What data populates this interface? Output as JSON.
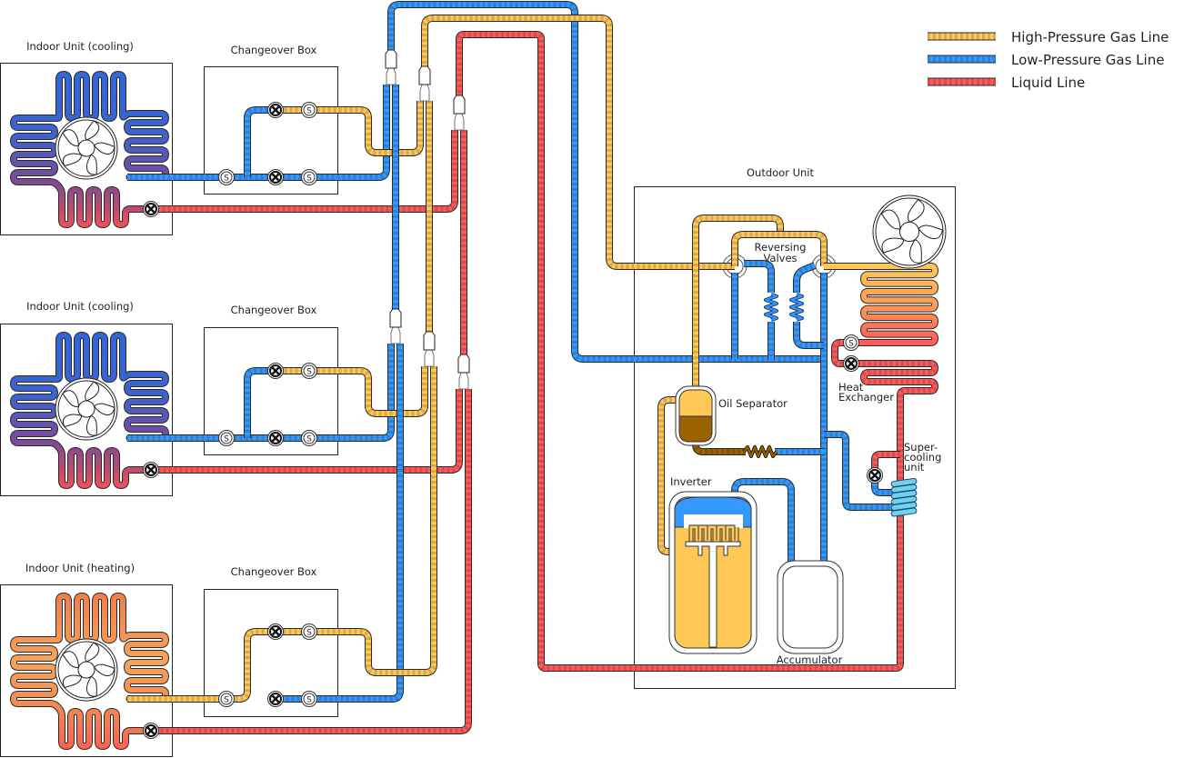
{
  "legend": [
    {
      "label": "High-Pressure Gas Line",
      "color": "#ffc857"
    },
    {
      "label": "Low-Pressure Gas Line",
      "color": "#3399ff"
    },
    {
      "label": "Liquid Line",
      "color": "#ff5a5a"
    }
  ],
  "indoor_units": [
    {
      "title": "Indoor Unit (cooling)",
      "mode": "cooling"
    },
    {
      "title": "Indoor Unit (cooling)",
      "mode": "cooling"
    },
    {
      "title": "Indoor Unit (heating)",
      "mode": "heating"
    }
  ],
  "changeover_boxes": [
    {
      "title": "Changeover Box"
    },
    {
      "title": "Changeover Box"
    },
    {
      "title": "Changeover Box"
    }
  ],
  "outdoor_unit": {
    "title": "Outdoor Unit",
    "reversing_valves": [
      "Reversing",
      "Valves"
    ],
    "oil_separator": "Oil Separator",
    "heat_exchanger": [
      "Heat",
      "Exchanger"
    ],
    "supercooling": [
      "Super-",
      "cooling",
      "unit"
    ],
    "inverter": "Inverter",
    "accumulator": "Accumulator"
  },
  "valve_glyph": "S",
  "colors": {
    "high_pressure": "#ffc857",
    "low_pressure": "#3399ff",
    "liquid": "#ff5a5a",
    "oil": "#9a6200",
    "supercooling_coil": "#6fd0f0"
  }
}
